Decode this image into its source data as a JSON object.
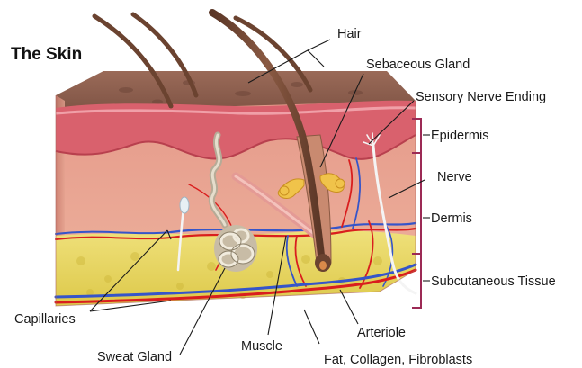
{
  "title": "The Skin",
  "labels": {
    "hair": "Hair",
    "sebaceous_gland": "Sebaceous Gland",
    "sensory_nerve_ending": "Sensory Nerve Ending",
    "epidermis": "Epidermis",
    "nerve": "Nerve",
    "dermis": "Dermis",
    "subcutaneous_tissue": "Subcutaneous Tissue",
    "capillaries": "Capillaries",
    "arteriole": "Arteriole",
    "muscle": "Muscle",
    "sweat_gland": "Sweat Gland",
    "fat": "Fat, Collagen, Fibroblasts"
  },
  "colors": {
    "surface_top": "#8a5c4c",
    "epidermis": "#d9616d",
    "dermis": "#e7a08e",
    "subcutaneous": "#e8d75a",
    "hair": "#6b4330",
    "artery": "#d91e1e",
    "vein": "#3555c9",
    "bracket": "#9c2a55"
  }
}
